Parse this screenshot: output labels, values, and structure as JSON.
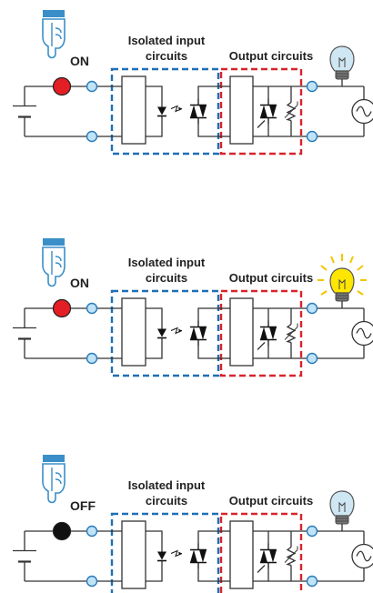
{
  "colors": {
    "wire": "#333333",
    "input_box": "#1f6fb5",
    "output_box": "#d8232a",
    "switch_on": "#e31e24",
    "switch_off": "#111111",
    "terminal": "#bfe3f7",
    "terminal_stroke": "#2a7ab8",
    "hand": "#3a8fc8",
    "bulb_lit": "#ffe600",
    "bulb_off": "#cfe6f3",
    "bulb_ray": "#f4c400"
  },
  "icons": {
    "hand": "pointing-hand-icon",
    "switch": "switch-icon",
    "bulb": "light-bulb-icon",
    "ac_source": "ac-source-icon",
    "battery": "battery-icon",
    "photocoupler": "photocoupler-icon",
    "triac": "triac-icon",
    "varistor": "varistor-icon"
  },
  "panels": [
    {
      "switch_label": "ON",
      "switch_state": "on",
      "hand_pressed": false,
      "input_title_line1": "Isolated input",
      "input_title_line2": "circuits",
      "output_title": "Output circuits",
      "bulb_state": "off"
    },
    {
      "switch_label": "ON",
      "switch_state": "on",
      "hand_pressed": true,
      "input_title_line1": "Isolated input",
      "input_title_line2": "circuits",
      "output_title": "Output circuits",
      "bulb_state": "lit"
    },
    {
      "switch_label": "OFF",
      "switch_state": "off",
      "hand_pressed": false,
      "input_title_line1": "Isolated input",
      "input_title_line2": "circuits",
      "output_title": "Output circuits",
      "bulb_state": "off"
    }
  ]
}
